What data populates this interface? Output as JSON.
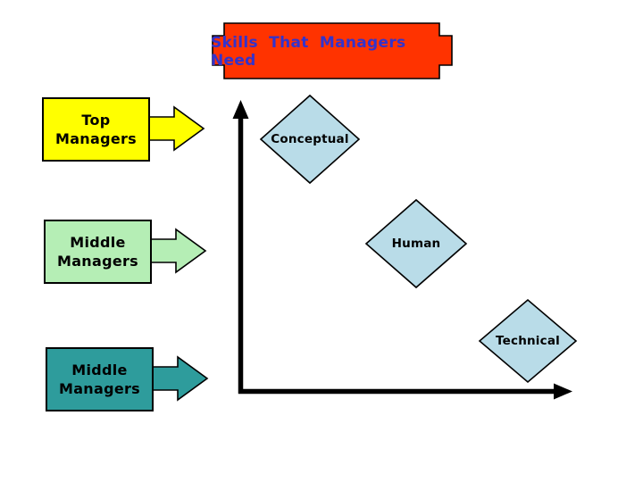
{
  "slide": {
    "background_color": "#FFFFFF",
    "title": {
      "text": "Skills That Managers Need",
      "fill": "#FF3300",
      "text_color": "#3333CC",
      "border_color": "#000000"
    },
    "manager_levels": [
      {
        "label": "Top\nManagers",
        "fill": "#FFFF00"
      },
      {
        "label": "Middle\nManagers",
        "fill": "#B5EEB5"
      },
      {
        "label": "Middle\nManagers",
        "fill": "#2E9C9C"
      }
    ],
    "skills": [
      {
        "label": "Conceptual",
        "fill": "#B9DCE8"
      },
      {
        "label": "Human",
        "fill": "#B9DCE8"
      },
      {
        "label": "Technical",
        "fill": "#B9DCE8"
      }
    ],
    "axis": {
      "color": "#000000"
    }
  }
}
